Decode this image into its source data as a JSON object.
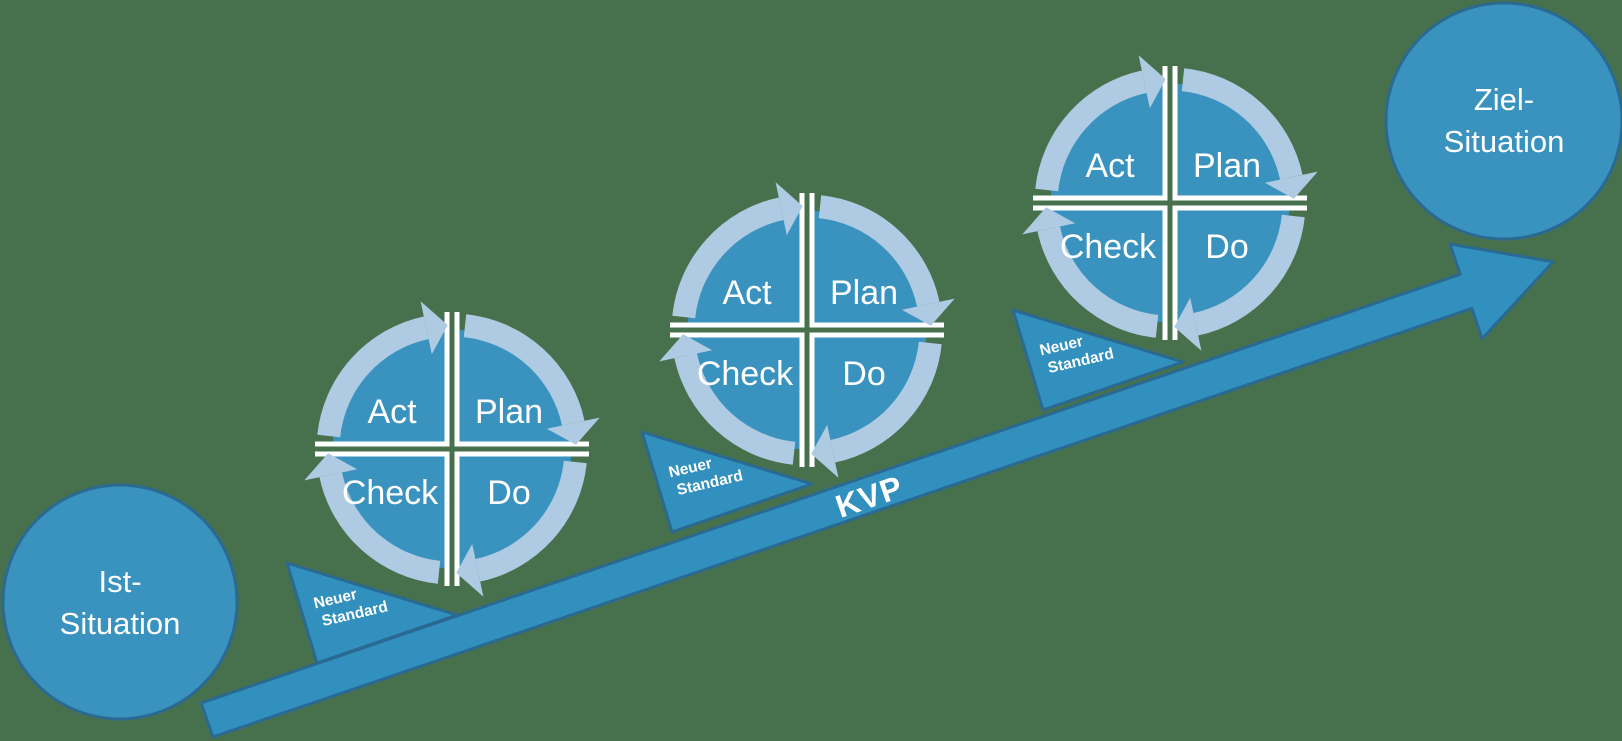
{
  "title": "KVP / PDCA continuous improvement diagram",
  "colors": {
    "background": "#47714D",
    "shape_fill": "#3190BD",
    "node_fill": "#3A93BF",
    "quadrant_fill": "#3A93BF",
    "ring": "#AFCBE3",
    "outline": "#2A6A92",
    "divider": "#FFFFFF",
    "text": "#FFFFFF"
  },
  "start_circle": {
    "line1": "Ist-",
    "line2": "Situation"
  },
  "end_circle": {
    "line1": "Ziel-",
    "line2": "Situation"
  },
  "arrow": {
    "label": "KVP"
  },
  "wheels": [
    {
      "act": "Act",
      "plan": "Plan",
      "check": "Check",
      "do": "Do"
    },
    {
      "act": "Act",
      "plan": "Plan",
      "check": "Check",
      "do": "Do"
    },
    {
      "act": "Act",
      "plan": "Plan",
      "check": "Check",
      "do": "Do"
    }
  ],
  "wedges": [
    {
      "line1": "Neuer",
      "line2": "Standard"
    },
    {
      "line1": "Neuer",
      "line2": "Standard"
    },
    {
      "line1": "Neuer",
      "line2": "Standard"
    }
  ]
}
